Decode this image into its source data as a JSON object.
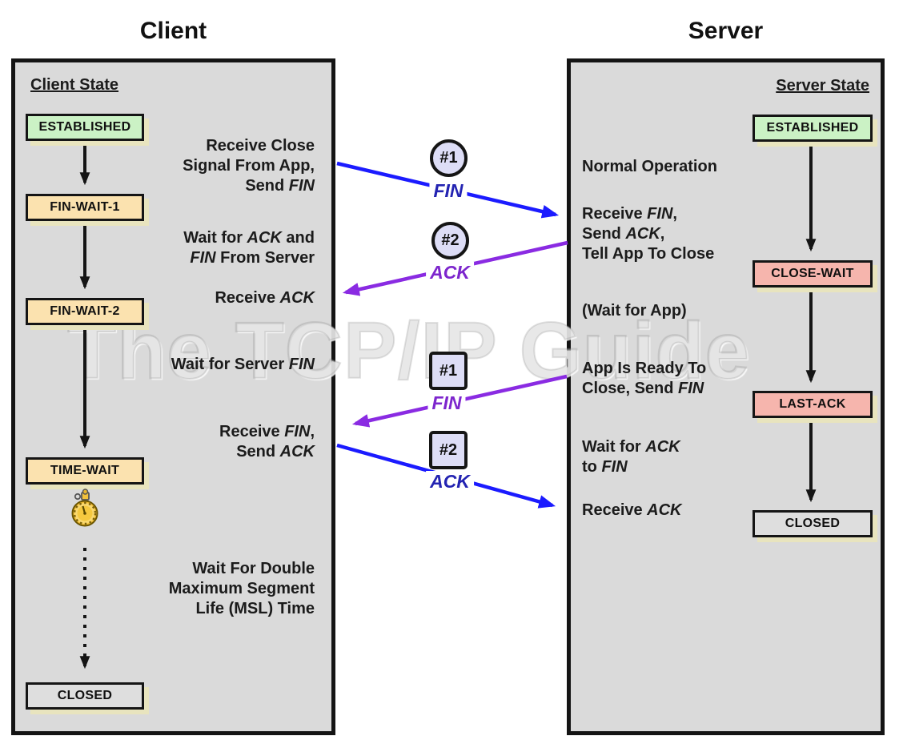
{
  "watermark": "The TCP/IP Guide",
  "colors": {
    "panel_bg": "#DADADA",
    "panel_border": "#141414",
    "green": "#CBF2C5",
    "tan": "#FBE2AF",
    "salmon": "#F6B5AD",
    "neutral": "#DEDEDE",
    "shadow": "#E8E4BE",
    "lavender": "#DDDDF6",
    "blue": "#1B1BFF",
    "purple": "#8A2BE2",
    "blue_label": "#2424B2",
    "purple_label": "#7D26CD"
  },
  "icons": {
    "stopwatch": "stopwatch-timer"
  },
  "client": {
    "title": "Client",
    "state_header": "Client State",
    "states": [
      {
        "label": "ESTABLISHED",
        "kind": "green"
      },
      {
        "label": "FIN-WAIT-1",
        "kind": "tan"
      },
      {
        "label": "FIN-WAIT-2",
        "kind": "tan"
      },
      {
        "label": "TIME-WAIT",
        "kind": "tan"
      },
      {
        "label": "CLOSED",
        "kind": "neutral"
      }
    ],
    "annotations": [
      "Receive Close\nSignal From App,\nSend *FIN*",
      "Wait for *ACK* and\n*FIN* From Server",
      "Receive *ACK*",
      "Wait for Server *FIN*",
      "Receive *FIN*,\nSend *ACK*",
      "Wait For Double\nMaximum Segment\nLife (MSL) Time"
    ]
  },
  "server": {
    "title": "Server",
    "state_header": "Server State",
    "states": [
      {
        "label": "ESTABLISHED",
        "kind": "green"
      },
      {
        "label": "CLOSE-WAIT",
        "kind": "salmon"
      },
      {
        "label": "LAST-ACK",
        "kind": "salmon"
      },
      {
        "label": "CLOSED",
        "kind": "neutral"
      }
    ],
    "annotations": [
      "Normal Operation",
      "Receive *FIN*,\nSend *ACK*,\nTell App To Close",
      "(Wait for App)",
      "App Is Ready To\nClose, Send *FIN*",
      "Wait for *ACK*\nto *FIN*",
      "Receive *ACK*"
    ]
  },
  "messages": [
    {
      "badge": "#1",
      "shape": "circle",
      "label": "FIN",
      "color": "blue",
      "direction": "client-to-server"
    },
    {
      "badge": "#2",
      "shape": "circle",
      "label": "ACK",
      "color": "purple",
      "direction": "server-to-client"
    },
    {
      "badge": "#1",
      "shape": "square",
      "label": "FIN",
      "color": "purple",
      "direction": "server-to-client"
    },
    {
      "badge": "#2",
      "shape": "square",
      "label": "ACK",
      "color": "blue",
      "direction": "client-to-server"
    }
  ]
}
